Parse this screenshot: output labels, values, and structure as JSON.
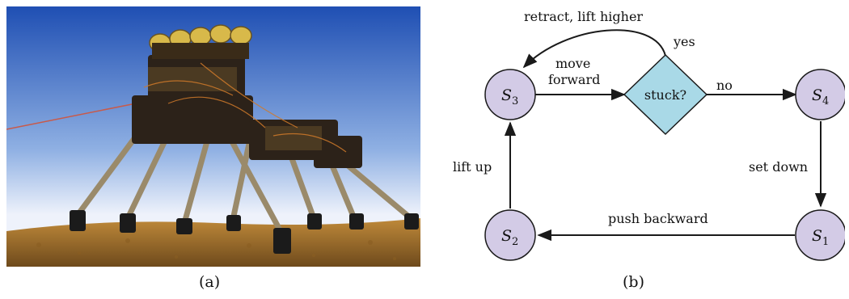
{
  "panel_a": {
    "caption": "(a)",
    "image": "legged-robot-photo"
  },
  "panel_b": {
    "caption": "(b)",
    "nodes": {
      "s3": {
        "letter": "S",
        "sub": "3"
      },
      "s4": {
        "letter": "S",
        "sub": "4"
      },
      "s2": {
        "letter": "S",
        "sub": "2"
      },
      "s1": {
        "letter": "S",
        "sub": "1"
      },
      "decision": {
        "label": "stuck?"
      }
    },
    "edges": {
      "retract": "retract, lift higher",
      "yes": "yes",
      "move": "move",
      "forward": "forward",
      "no": "no",
      "lift_up": "lift up",
      "set_down": "set down",
      "push_backward": "push backward"
    },
    "colors": {
      "state_fill": "#d3cbe6",
      "decision_fill": "#a9d9e7",
      "stroke": "#1a1a1a"
    }
  }
}
